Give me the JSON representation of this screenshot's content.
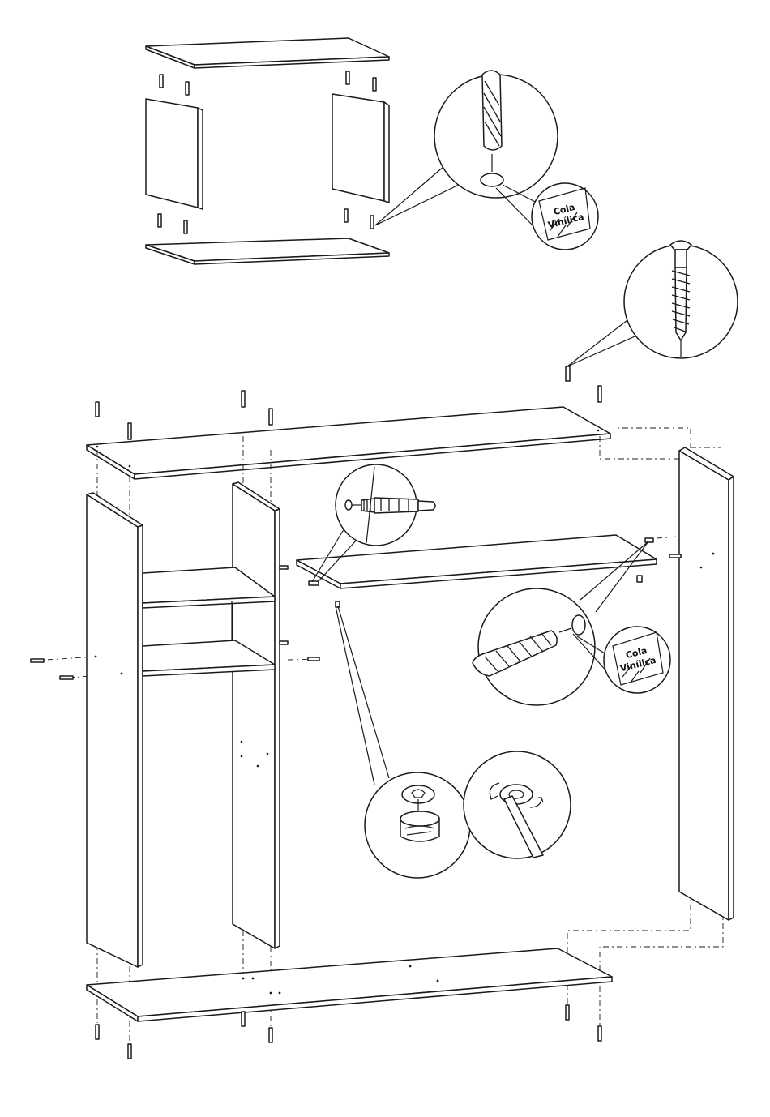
{
  "glue_labels": [
    {
      "line1": "Cola",
      "line2": "Vinílica"
    },
    {
      "line1": "Cola",
      "line2": "Vinílica"
    }
  ],
  "colors": {
    "line": "#1a1a1a",
    "background": "#ffffff"
  }
}
